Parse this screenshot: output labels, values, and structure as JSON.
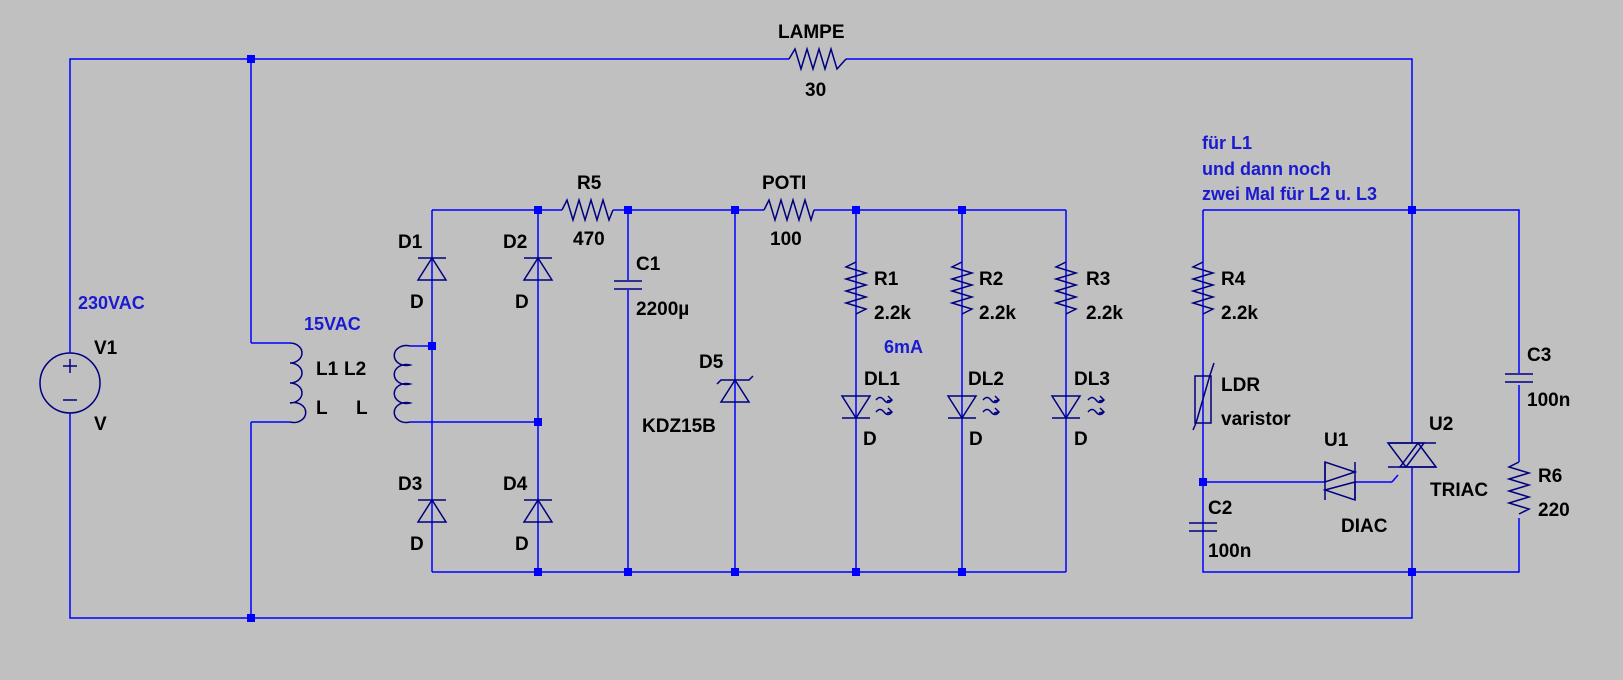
{
  "colors": {
    "background": "#c0c0c0",
    "wire": "#0000ff",
    "symbol": "#000080",
    "label": "#000000",
    "annotation": "#1a1ad0"
  },
  "components": {
    "v1": {
      "ref": "V1",
      "value": "V"
    },
    "lampe": {
      "ref": "LAMPE",
      "value": "30"
    },
    "l1": {
      "ref": "L1",
      "value": "L"
    },
    "l2": {
      "ref": "L2",
      "value": "L"
    },
    "d1": {
      "ref": "D1",
      "value": "D"
    },
    "d2": {
      "ref": "D2",
      "value": "D"
    },
    "d3": {
      "ref": "D3",
      "value": "D"
    },
    "d4": {
      "ref": "D4",
      "value": "D"
    },
    "r5": {
      "ref": "R5",
      "value": "470"
    },
    "c1": {
      "ref": "C1",
      "value": "2200µ"
    },
    "d5": {
      "ref": "D5",
      "value": "KDZ15B"
    },
    "poti": {
      "ref": "POTI",
      "value": "100"
    },
    "r1": {
      "ref": "R1",
      "value": "2.2k"
    },
    "r2": {
      "ref": "R2",
      "value": "2.2k"
    },
    "r3": {
      "ref": "R3",
      "value": "2.2k"
    },
    "dl1": {
      "ref": "DL1",
      "value": "D"
    },
    "dl2": {
      "ref": "DL2",
      "value": "D"
    },
    "dl3": {
      "ref": "DL3",
      "value": "D"
    },
    "r4": {
      "ref": "R4",
      "value": "2.2k"
    },
    "ldr": {
      "ref": "LDR",
      "value": "varistor"
    },
    "c2": {
      "ref": "C2",
      "value": "100n"
    },
    "u1": {
      "ref": "U1",
      "value": "DIAC"
    },
    "u2": {
      "ref": "U2",
      "value": "TRIAC"
    },
    "c3": {
      "ref": "C3",
      "value": "100n"
    },
    "r6": {
      "ref": "R6",
      "value": "220"
    }
  },
  "annotations": {
    "mains_voltage": "230VAC",
    "secondary_voltage": "15VAC",
    "led_current": "6mA",
    "note_line1": "für L1",
    "note_line2": "und dann noch",
    "note_line3": "zwei Mal für L2 u. L3"
  }
}
